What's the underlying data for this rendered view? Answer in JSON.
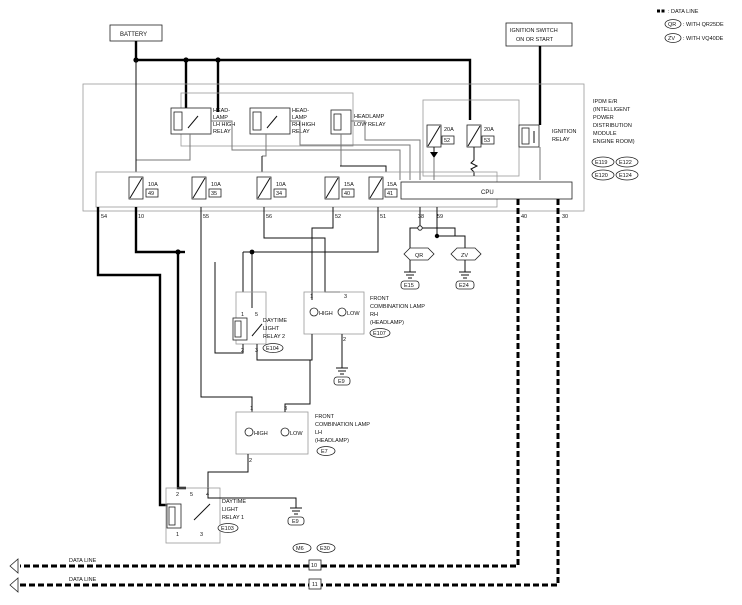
{
  "legend": {
    "data_line": ": DATA LINE",
    "qr_code": "QR",
    "qr_text": ": WITH QR25DE",
    "zv_code": "ZV",
    "zv_text": ": WITH VQ40DE"
  },
  "battery_label": "BATTERY",
  "ignition_label": [
    "IGNITION SWITCH",
    "ON OR START"
  ],
  "ipdm_label": [
    "IPDM E/R",
    "(INTELLIGENT",
    "POWER",
    "DISTRIBUTION",
    "MODULE",
    "ENGINE ROOM)"
  ],
  "ipdm_connectors": [
    "E119",
    "E122",
    "E120",
    "E124"
  ],
  "relays": {
    "lh_high": [
      "HEAD-",
      "LAMP",
      "LH HIGH",
      "RELAY"
    ],
    "rh_high": [
      "HEAD-",
      "LAMP",
      "RH HIGH",
      "RELAY"
    ],
    "low": [
      "HEADLAMP",
      "LOW RELAY"
    ],
    "ignition": [
      "IGNITION",
      "RELAY"
    ],
    "drl2": [
      "DAYTIME",
      "LIGHT",
      "RELAY 2"
    ],
    "drl2_conn": "E104",
    "drl1": [
      "DAYTIME",
      "LIGHT",
      "RELAY 1"
    ],
    "drl1_conn": "E103"
  },
  "fuses": [
    {
      "amp": "10A",
      "num": "49"
    },
    {
      "amp": "10A",
      "num": "35"
    },
    {
      "amp": "10A",
      "num": "34"
    },
    {
      "amp": "15A",
      "num": "40"
    },
    {
      "amp": "15A",
      "num": "41"
    }
  ],
  "upper_fuses": [
    {
      "amp": "20A",
      "num": "52"
    },
    {
      "amp": "20A",
      "num": "53"
    }
  ],
  "cpu_label": "CPU",
  "ipdm_pins": [
    "54",
    "10",
    "55",
    "56",
    "52",
    "51",
    "38",
    "59",
    "40",
    "30"
  ],
  "qr_tag": "QR",
  "zv_tag": "ZV",
  "ground_conns": [
    "E15",
    "E24",
    "E9",
    "E9"
  ],
  "lamp_rh": {
    "title": [
      "FRONT",
      "COMBINATION LAMP",
      "RH",
      "(HEADLAMP)"
    ],
    "conn": "E107",
    "high": "HIGH",
    "low": "LOW",
    "pins": [
      "1",
      "3",
      "2"
    ]
  },
  "lamp_lh": {
    "title": [
      "FRONT",
      "COMBINATION LAMP",
      "LH",
      "(HEADLAMP)"
    ],
    "conn": "E7",
    "high": "HIGH",
    "low": "LOW",
    "pins": [
      "1",
      "3",
      "2"
    ]
  },
  "drl2_pins": [
    "1",
    "5",
    "2",
    "3"
  ],
  "drl1_pins": [
    "2",
    "5",
    "4",
    "1",
    "3"
  ],
  "data_lines": [
    "DATA LINE",
    "DATA LINE"
  ],
  "joint_conns": [
    "M6",
    "E30"
  ],
  "joint_pins": [
    "10",
    "11"
  ]
}
